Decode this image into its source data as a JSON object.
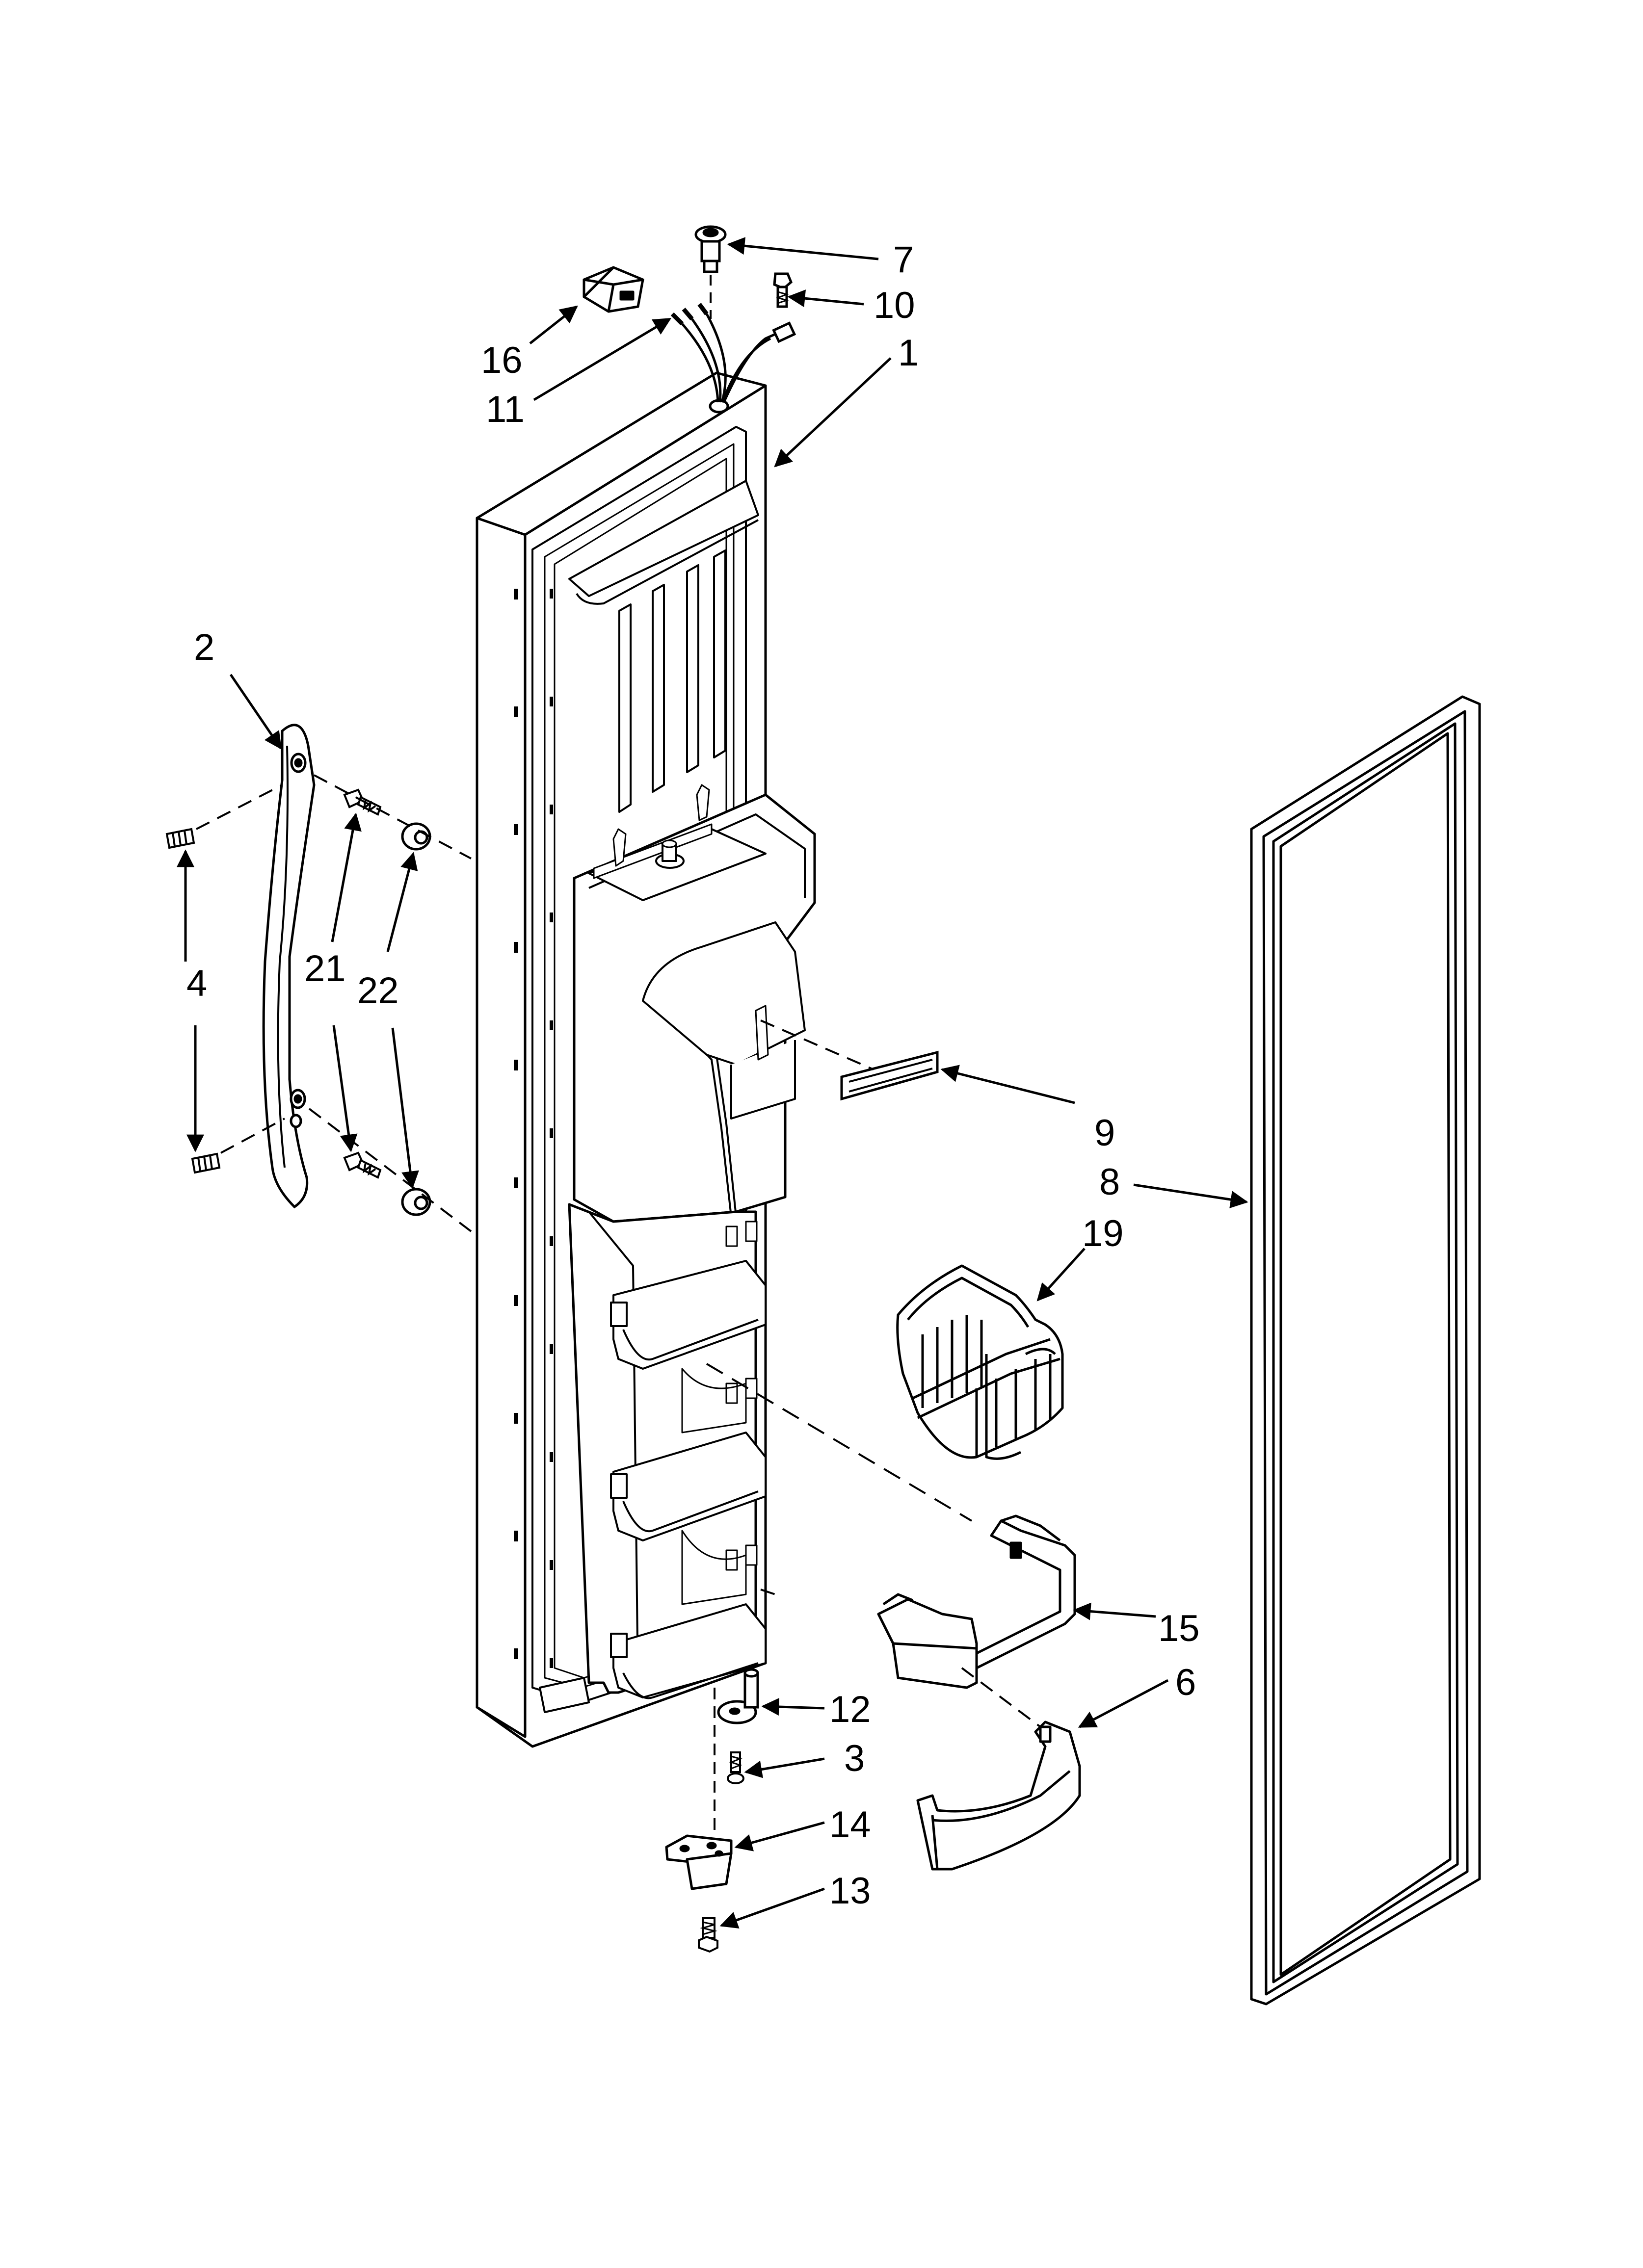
{
  "diagram": {
    "type": "exploded-parts-diagram",
    "colors": {
      "line": "#000000",
      "part_fill": "#ffffff",
      "part_shade": "#d9d9d9",
      "background": "#ffffff"
    },
    "callouts": [
      {
        "id": "1",
        "label": "1"
      },
      {
        "id": "2",
        "label": "2"
      },
      {
        "id": "3",
        "label": "3"
      },
      {
        "id": "4",
        "label": "4"
      },
      {
        "id": "6",
        "label": "6"
      },
      {
        "id": "7",
        "label": "7"
      },
      {
        "id": "8",
        "label": "8"
      },
      {
        "id": "9",
        "label": "9"
      },
      {
        "id": "10",
        "label": "10"
      },
      {
        "id": "11",
        "label": "11"
      },
      {
        "id": "12",
        "label": "12"
      },
      {
        "id": "13",
        "label": "13"
      },
      {
        "id": "14",
        "label": "14"
      },
      {
        "id": "15",
        "label": "15"
      },
      {
        "id": "16",
        "label": "16"
      },
      {
        "id": "19",
        "label": "19"
      },
      {
        "id": "21",
        "label": "21"
      },
      {
        "id": "22",
        "label": "22"
      }
    ]
  }
}
